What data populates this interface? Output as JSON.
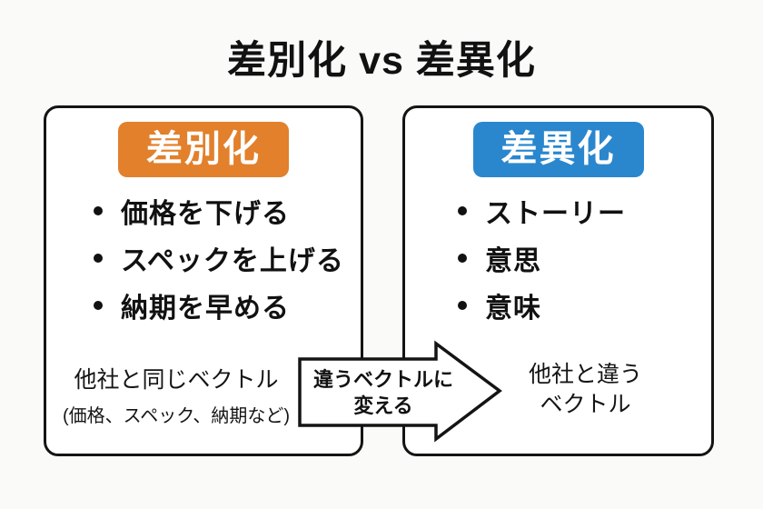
{
  "title": "差別化 vs 差異化",
  "colors": {
    "left_accent": "#e2802c",
    "right_accent": "#2a87ce",
    "outline": "#141414",
    "page_background": "#fafaf8",
    "card_background": "#ffffff"
  },
  "left_card": {
    "header": {
      "label": "差別化",
      "color": "#e2802c"
    },
    "bullets": [
      "価格を下げる",
      "スペックを上げる",
      "納期を早める"
    ],
    "footer_line1": "他社と同じベクトル",
    "footer_line2": "(価格、スペック、納期など)"
  },
  "right_card": {
    "header": {
      "label": "差異化",
      "color": "#2a87ce"
    },
    "bullets": [
      "ストーリー",
      "意思",
      "意味"
    ],
    "footer_line1": "他社と違う",
    "footer_line2": "ベクトル"
  },
  "arrow": {
    "line1": "違うベクトルに",
    "line2": "変える"
  }
}
